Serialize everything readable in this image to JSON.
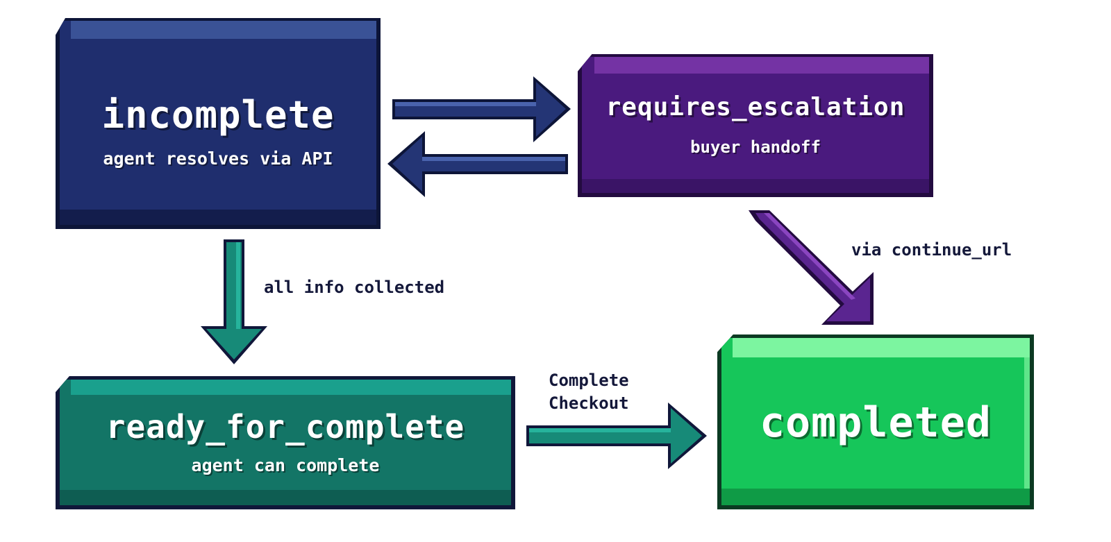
{
  "nodes": {
    "incomplete": {
      "title": "incomplete",
      "subtitle": "agent resolves via API",
      "color": "#1f2e6e",
      "highlight": "#3a5296",
      "shadow": "#131d4c",
      "outline": "#0d1538"
    },
    "requires_escalation": {
      "title": "requires_escalation",
      "subtitle": "buyer handoff",
      "color": "#4a1a7e",
      "highlight": "#7433a4",
      "shadow": "#3a1466",
      "outline": "#230b40"
    },
    "ready_for_complete": {
      "title": "ready_for_complete",
      "subtitle": "agent can complete",
      "color": "#137566",
      "highlight": "#1aa08d",
      "shadow": "#0e5d52",
      "outline": "#10173a"
    },
    "completed": {
      "title": "completed",
      "color": "#16c65a",
      "highlight": "#7cf5a0",
      "shadow": "#0f9b46",
      "outline": "#0b3a22"
    }
  },
  "edges": [
    {
      "from": "incomplete",
      "to": "requires_escalation",
      "label": "",
      "color": "#2a3d86"
    },
    {
      "from": "requires_escalation",
      "to": "incomplete",
      "label": "",
      "color": "#2a3d86"
    },
    {
      "from": "incomplete",
      "to": "ready_for_complete",
      "label": "all info collected",
      "color": "#1a8a78"
    },
    {
      "from": "ready_for_complete",
      "to": "completed",
      "label": "Complete Checkout",
      "label_lines": [
        "Complete",
        "Checkout"
      ],
      "color": "#1a8a78"
    },
    {
      "from": "requires_escalation",
      "to": "completed",
      "label": "via continue_url",
      "color": "#5a2590"
    }
  ]
}
